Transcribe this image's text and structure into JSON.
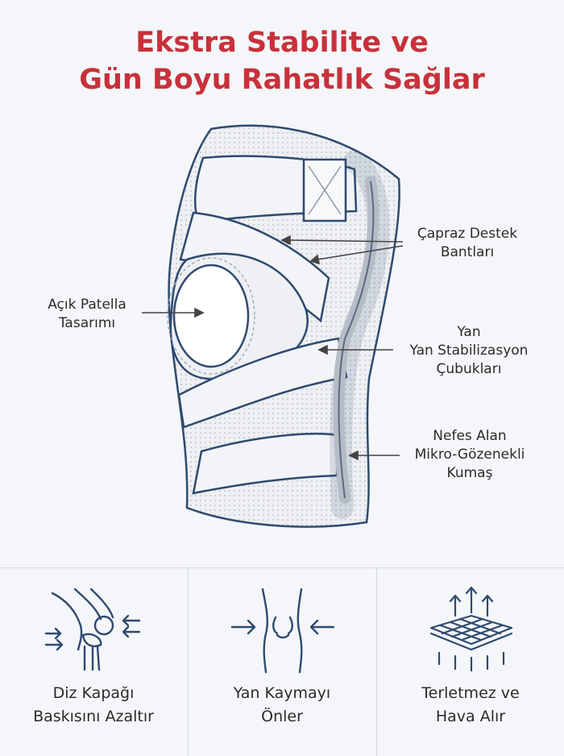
{
  "title": {
    "line1": "Ekstra Stabilite ve",
    "line2": "Gün Boyu Rahatlık Sağlar"
  },
  "callouts": {
    "cross_straps": {
      "line1": "Çapraz Destek",
      "line2": "Bantları"
    },
    "open_patella": {
      "line1": "Açık Patella",
      "line2": "Tasarımı"
    },
    "side_bars": {
      "line1": "Yan",
      "line2": "Yan Stabilizasyon",
      "line3": "Çubukları"
    },
    "mesh": {
      "line1": "Nefes Alan",
      "line2": "Mikro-Gözenekli",
      "line3": "Kumaş"
    }
  },
  "features": [
    {
      "icon": "knee-pressure-icon",
      "line1": "Diz Kapağı",
      "line2": "Baskısını Azaltır"
    },
    {
      "icon": "knee-side-support-icon",
      "line1": "Yan Kaymayı",
      "line2": "Önler"
    },
    {
      "icon": "breathable-fabric-icon",
      "line1": "Terletmez ve",
      "line2": "Hava Alır"
    }
  ],
  "colors": {
    "title": "#c8313a",
    "line": "#2f4a6e",
    "background": "#f4f6f9"
  }
}
